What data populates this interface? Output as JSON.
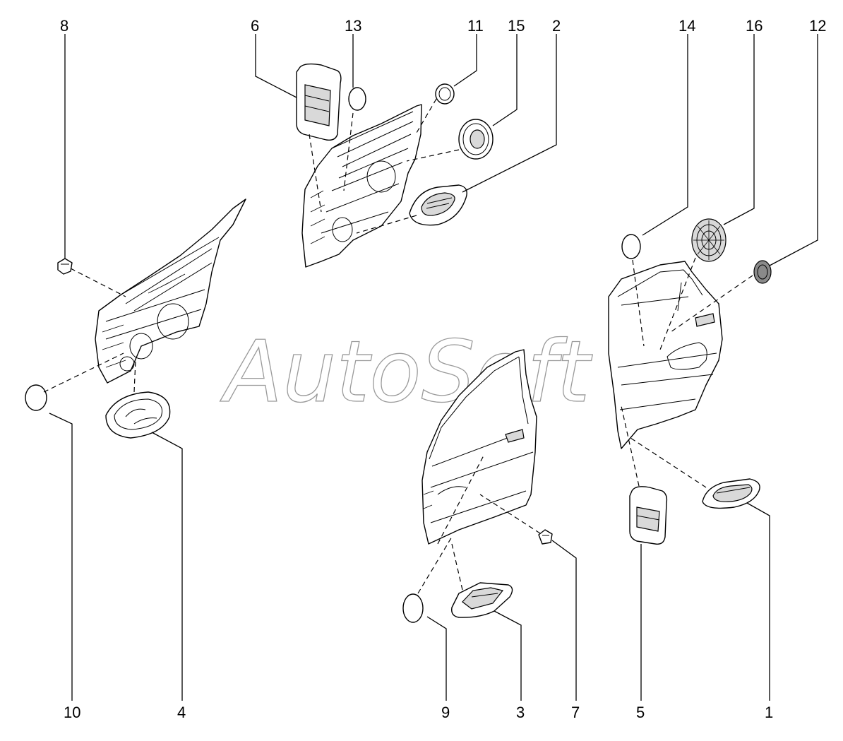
{
  "watermark": "AutoSoft",
  "callouts": {
    "n1": "1",
    "n2": "2",
    "n3": "3",
    "n4": "4",
    "n5": "5",
    "n6": "6",
    "n7": "7",
    "n8": "8",
    "n9": "9",
    "n10": "10",
    "n11": "11",
    "n12": "12",
    "n13": "13",
    "n14": "14",
    "n15": "15",
    "n16": "16"
  }
}
